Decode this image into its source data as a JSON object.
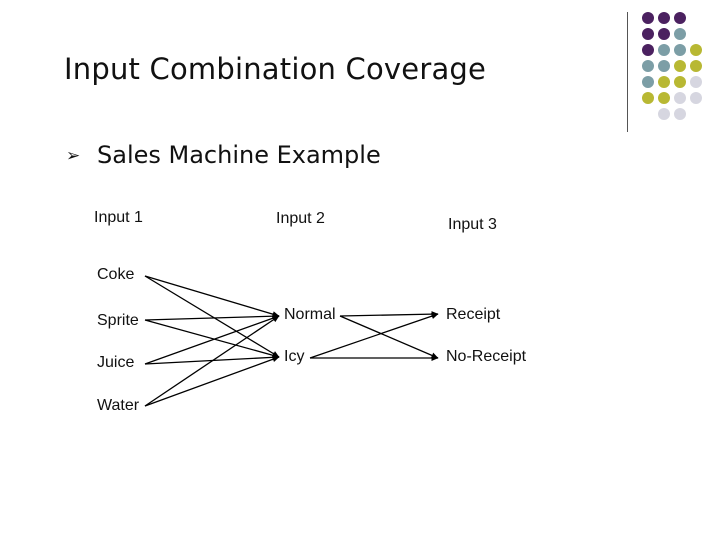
{
  "slide": {
    "title": "Input Combination Coverage",
    "bullet_marker": "➢",
    "bullet": "Sales Machine Example"
  },
  "columns": {
    "input1": "Input 1",
    "input2": "Input 2",
    "input3": "Input 3"
  },
  "diagram": {
    "input1_items": [
      "Coke",
      "Sprite",
      "Juice",
      "Water"
    ],
    "input2_items": [
      "Normal",
      "Icy"
    ],
    "input3_items": [
      "Receipt",
      "No-Receipt"
    ]
  },
  "colors": {
    "purple": "#4b2160",
    "teal": "#7c9ea6",
    "olive": "#b8b833",
    "lavender": "#d6d6e0",
    "line": "#000000"
  }
}
